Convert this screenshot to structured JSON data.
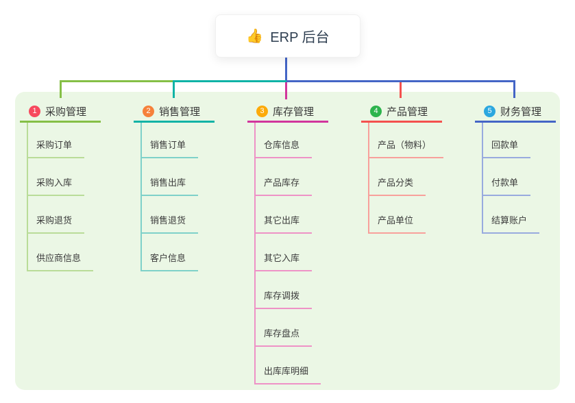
{
  "root": {
    "icon": "👍",
    "title": "ERP 后台"
  },
  "colors": {
    "canvas_bg": "#ffffff",
    "panel_bg": "#ebf7e5",
    "node_text": "#3c3c3c",
    "root_text": "#2e3e50",
    "trunk": "#4465c6"
  },
  "branches": [
    {
      "number": "1",
      "title": "采购管理",
      "badge_color": "#f7495e",
      "line_color": "#85bf46",
      "child_line_color": "#b9dc98",
      "children": [
        "采购订单",
        "采购入库",
        "采购退货",
        "供应商信息"
      ]
    },
    {
      "number": "2",
      "title": "销售管理",
      "badge_color": "#f6813b",
      "line_color": "#10b3a6",
      "child_line_color": "#7ed1c9",
      "children": [
        "销售订单",
        "销售出库",
        "销售退货",
        "客户信息"
      ]
    },
    {
      "number": "3",
      "title": "库存管理",
      "badge_color": "#fcaa0a",
      "line_color": "#d1359c",
      "child_line_color": "#ee92c6",
      "children": [
        "仓库信息",
        "产品库存",
        "其它出库",
        "其它入库",
        "库存调拨",
        "库存盘点",
        "出库库明细"
      ]
    },
    {
      "number": "4",
      "title": "产品管理",
      "badge_color": "#2db44d",
      "line_color": "#f4514e",
      "child_line_color": "#f8a09b",
      "children": [
        "产品（物料）",
        "产品分类",
        "产品单位"
      ]
    },
    {
      "number": "5",
      "title": "财务管理",
      "badge_color": "#2ba7df",
      "line_color": "#4465c6",
      "child_line_color": "#98aade",
      "children": [
        "回款单",
        "付款单",
        "结算账户"
      ]
    }
  ]
}
